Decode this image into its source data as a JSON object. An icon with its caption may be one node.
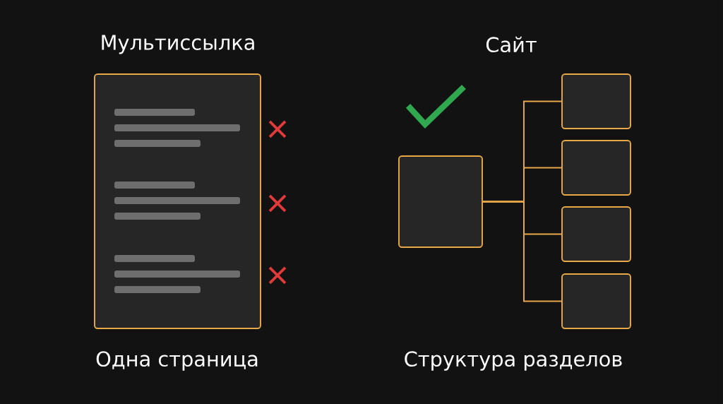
{
  "diagram": {
    "nodes": [
      {
        "text": [],
        "shape": "box"
      },
      {
        "text": [],
        "shape": "box"
      },
      {
        "text": [],
        "shape": "box"
      },
      {
        "text": [],
        "shape": "box"
      },
      {
        "text": [],
        "shape": "box"
      },
      {
        "text": [],
        "shape": "box"
      }
    ],
    "edges": [
      {
        "from": 1,
        "to": 2,
        "arrow": "none"
      },
      {
        "from": 1,
        "to": 3,
        "arrow": "none"
      },
      {
        "from": 1,
        "to": 4,
        "arrow": "none"
      },
      {
        "from": 1,
        "to": 5,
        "arrow": "none"
      }
    ],
    "labels": [
      "Мультиссылка",
      "Сайт",
      "Одна страница",
      "Структура разделов"
    ]
  }
}
